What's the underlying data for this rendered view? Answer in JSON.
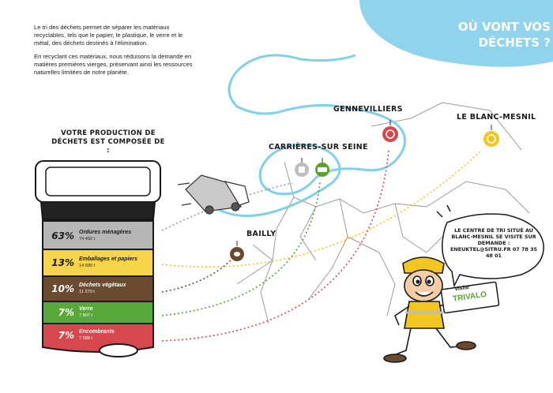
{
  "intro": {
    "p1": "Le tri des déchets permet de séparer les matériaux recyclables, tels que le papier, le plastique, le verre et le métal, des déchets destinés à l'élimination.",
    "p2": "En recyclant ces matériaux, nous réduisons la demande en matières premières vierges, préservant ainsi les ressources naturelles limitées de notre planète."
  },
  "heading": {
    "line1_a": "OÙ",
    "line1_b": "VONT VOS",
    "line2": "DÉCHETS ?"
  },
  "production_title": "VOTRE PRODUCTION DE DÉCHETS EST COMPOSÉE DE :",
  "bin": [
    {
      "pct": "63%",
      "name": "Ordures ménagères",
      "qty": "74 492 t",
      "color": "#b7b7b7"
    },
    {
      "pct": "13%",
      "name": "Emballages et papiers",
      "qty": "14 930 t",
      "color": "#f6d54a"
    },
    {
      "pct": "10%",
      "name": "Déchets végétaux",
      "qty": "11 270 t",
      "color": "#6b4a2f"
    },
    {
      "pct": "7%",
      "name": "Verre",
      "qty": "7 807 t",
      "color": "#59a83a"
    },
    {
      "pct": "7%",
      "name": "Encombrants",
      "qty": "7 588 t",
      "color": "#d7474e"
    }
  ],
  "cities": {
    "gennevilliers": "GENNEVILLIERS",
    "carrieres": "CARRIÈRES-SUR SEINE",
    "blanc_mesnil": "LE BLANC-MESNIL",
    "bailly": "BAILLY"
  },
  "bubble": {
    "text": "LE CENTRE DE TRI SITUÉ AU BLANC-MESNIL SE VISITE SUR DEMANDE : ENEUKTEL@SITRU.FR 07 78 35 48 01"
  },
  "sign": {
    "top": "Visite",
    "main": "TRIVALO"
  },
  "colors": {
    "river": "#7fd0e8",
    "heading_bg": "#8fd3ec",
    "grey": "#9a9a9a",
    "yellow": "#f3c61f",
    "brown": "#6b4a2f",
    "green": "#5aa12e",
    "red": "#d7474e"
  }
}
